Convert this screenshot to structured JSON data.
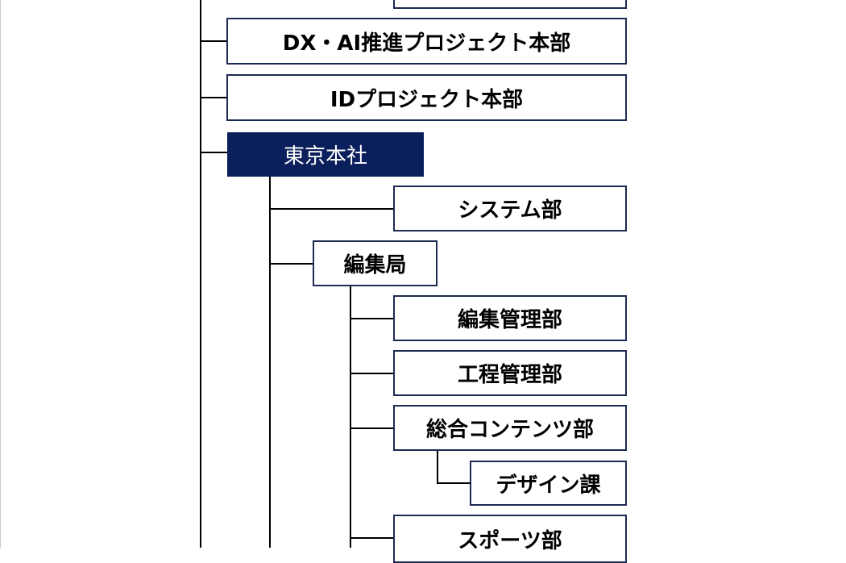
{
  "org_chart": {
    "top_clipped_box": "",
    "dx_ai_project": "DX・AI推進プロジェクト本部",
    "id_project": "IDプロジェクト本部",
    "tokyo_hq": "東京本社",
    "system_dept": "システム部",
    "editorial_bureau": "編集局",
    "editorial_management": "編集管理部",
    "process_management": "工程管理部",
    "general_contents": "総合コンテンツ部",
    "design_section": "デザイン課",
    "sports_dept": "スポーツ部"
  },
  "colors": {
    "hq_fill": "#0b1f5c",
    "box_border": "#1c2a52",
    "connector": "#000000"
  }
}
